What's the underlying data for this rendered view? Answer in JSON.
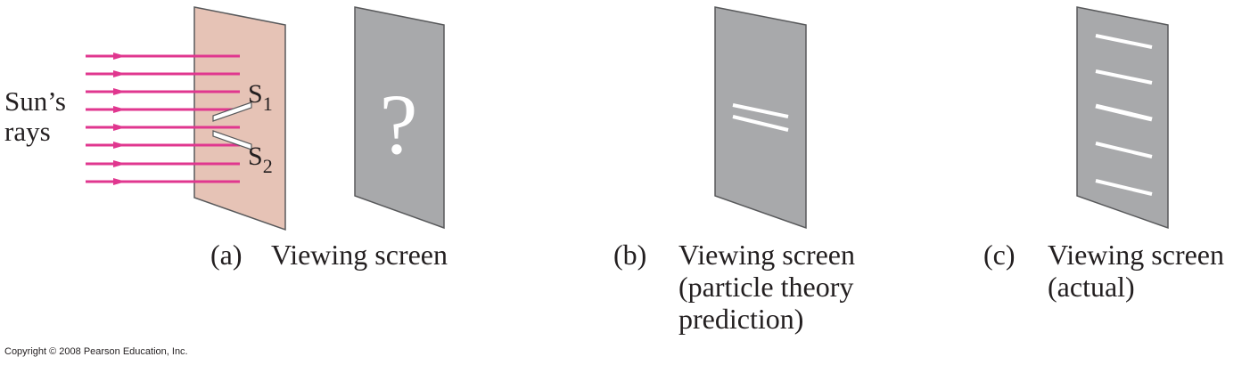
{
  "figure": {
    "rays_label": [
      "Sun’s",
      "rays"
    ],
    "slit1_label": {
      "main": "S",
      "sub": "1"
    },
    "slit2_label": {
      "main": "S",
      "sub": "2"
    },
    "screen_a_mark": "?",
    "panel_a": {
      "letter": "(a)",
      "caption": [
        "Viewing screen"
      ]
    },
    "panel_b": {
      "letter": "(b)",
      "caption": [
        "Viewing screen",
        "(particle theory",
        "prediction)"
      ]
    },
    "panel_c": {
      "letter": "(c)",
      "caption": [
        "Viewing screen",
        "(actual)"
      ]
    },
    "copyright": "Copyright © 2008 Pearson Education, Inc."
  },
  "colors": {
    "ray": "#e0378f",
    "barrier": "#e6c3b6",
    "screen": "#a8a9ab",
    "edge": "#58595b",
    "fringe": "#ffffff",
    "text": "#231f20"
  }
}
